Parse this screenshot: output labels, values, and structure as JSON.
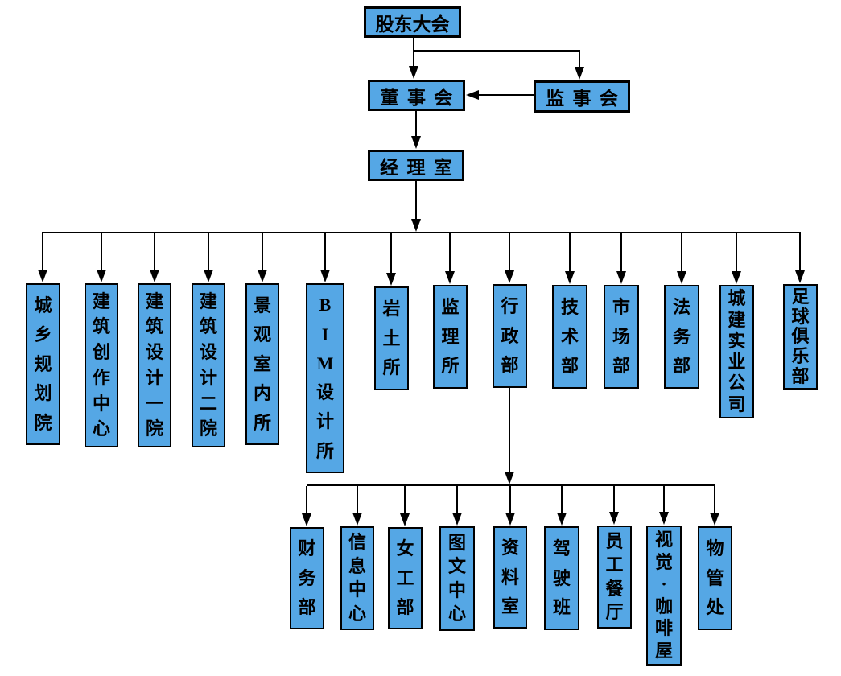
{
  "chart": {
    "type": "org-chart",
    "colors": {
      "box_fill": "#55A7E5",
      "box_border": "#000000",
      "connector": "#000000",
      "text": "#000000"
    },
    "nodes": {
      "shareholders_meeting": "股东大会",
      "board_of_directors": "董事会",
      "supervisory_board": "监事会",
      "managers_office": "经理室"
    },
    "departments": [
      "城乡规划院",
      "建筑创作中心",
      "建筑设计一院",
      "建筑设计二院",
      "景观室内所",
      "BIM设计所",
      "岩土所",
      "监理所",
      "行政部",
      "技术部",
      "市场部",
      "法务部",
      "城建实业公司",
      "足球俱乐部"
    ],
    "admin_sub_departments": [
      "财务部",
      "信息中心",
      "女工部",
      "图文中心",
      "资料室",
      "驾驶班",
      "员工餐厅",
      "视觉·咖啡屋",
      "物管处"
    ]
  }
}
